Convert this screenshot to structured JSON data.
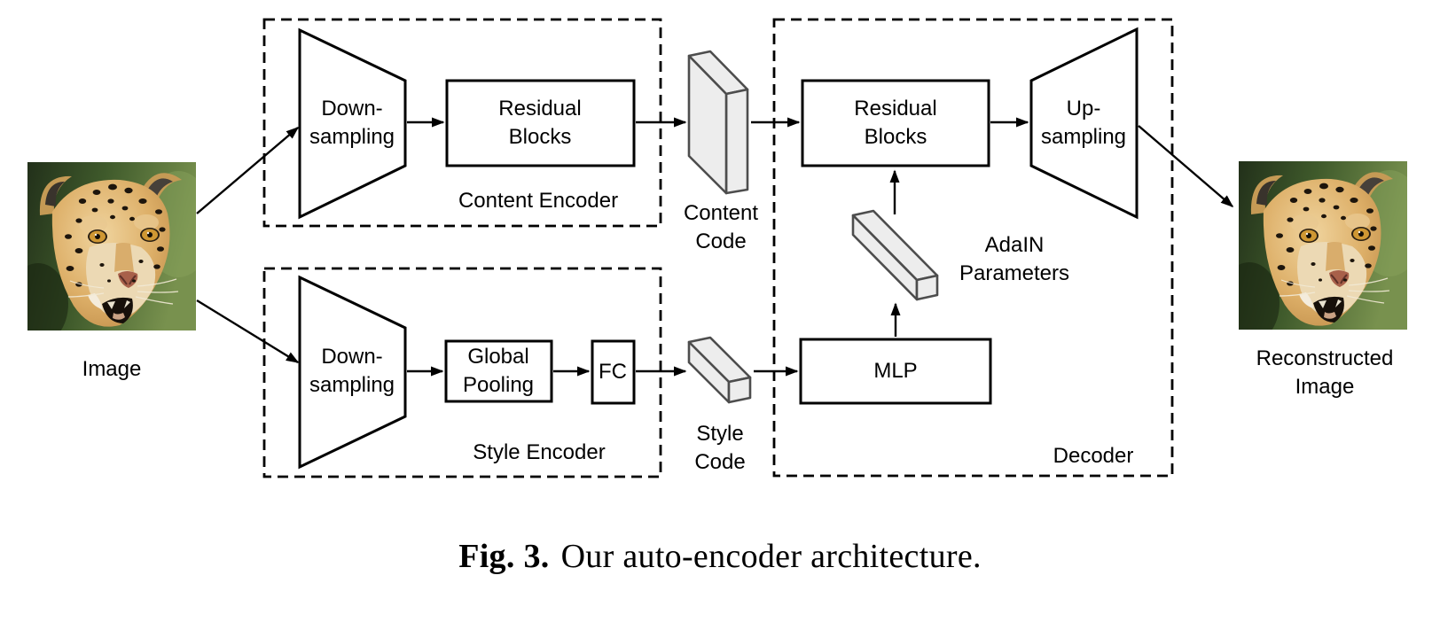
{
  "caption": {
    "prefix": "Fig. 3.",
    "text": "Our auto-encoder architecture."
  },
  "nodes": {
    "image_label": "Image",
    "reconstructed_label": {
      "line1": "Reconstructed",
      "line2": "Image"
    },
    "downsampling": {
      "line1": "Down-",
      "line2": "sampling"
    },
    "upsampling": {
      "line1": "Up-",
      "line2": "sampling"
    },
    "residual_blocks": {
      "line1": "Residual",
      "line2": "Blocks"
    },
    "global_pooling": {
      "line1": "Global",
      "line2": "Pooling"
    },
    "fc": "FC",
    "mlp": "MLP",
    "adain": {
      "line1": "AdaIN",
      "line2": "Parameters"
    },
    "content_code": {
      "line1": "Content",
      "line2": "Code"
    },
    "style_code": {
      "line1": "Style",
      "line2": "Code"
    },
    "content_encoder": "Content Encoder",
    "style_encoder": "Style Encoder",
    "decoder": "Decoder"
  },
  "colors": {
    "background": "#ffffff",
    "line": "#000000",
    "code_fill": "#ededed",
    "code_stroke": "#4d4d4d"
  }
}
